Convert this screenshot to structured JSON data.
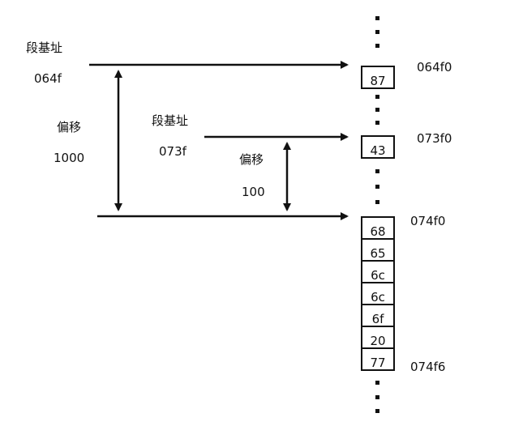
{
  "labels": {
    "seg1_base_title": "段基址",
    "seg1_base_value": "064f",
    "offset1_title": "偏移",
    "offset1_value": "1000",
    "seg2_base_title": "段基址",
    "seg2_base_value": "073f",
    "offset2_title": "偏移",
    "offset2_value": "100"
  },
  "memory": {
    "cell_064f0": "87",
    "cell_073f0": "43",
    "block_cells": [
      "68",
      "65",
      "6c",
      "6c",
      "6f",
      "20",
      "77"
    ]
  },
  "addresses": {
    "addr1": "064f0",
    "addr2": "073f0",
    "addr3": "074f0",
    "addr4": "074f6"
  },
  "colors": {
    "stroke": "#111111",
    "text": "#111111",
    "background": "#ffffff"
  }
}
